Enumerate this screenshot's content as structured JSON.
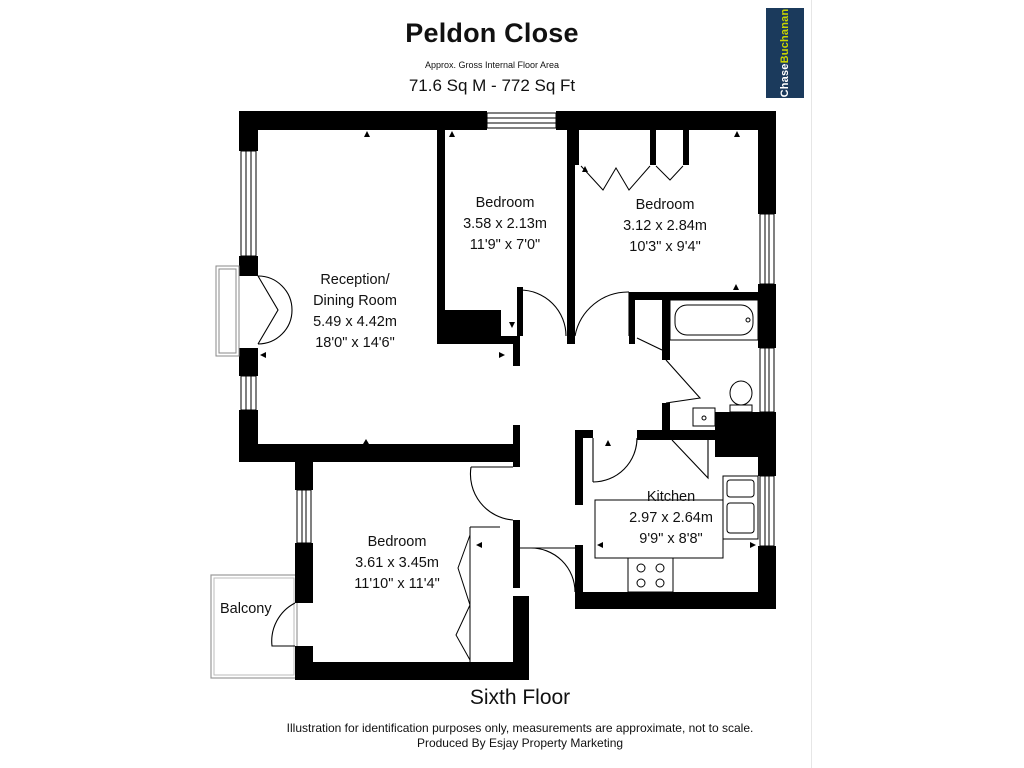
{
  "header": {
    "title": "Peldon Close",
    "subtitle": "Approx. Gross Internal Floor Area",
    "area": "71.6 Sq M - 772 Sq Ft"
  },
  "brand": {
    "logo_text_1": "Chase",
    "logo_text_2": "Buchanan",
    "colors": {
      "navy": "#1b3a5c",
      "accent": "#c9d400"
    }
  },
  "rooms": {
    "reception": {
      "name": "Reception/",
      "name2": "Dining Room",
      "metric": "5.49 x 4.42m",
      "imperial": "18'0\" x 14'6\""
    },
    "bedroom_small": {
      "name": "Bedroom",
      "metric": "3.58 x 2.13m",
      "imperial": "11'9\" x 7'0\""
    },
    "bedroom_right": {
      "name": "Bedroom",
      "metric": "3.12 x 2.84m",
      "imperial": "10'3\" x 9'4\""
    },
    "bedroom_bottom": {
      "name": "Bedroom",
      "metric": "3.61 x 3.45m",
      "imperial": "11'10\" x 11'4\""
    },
    "kitchen": {
      "name": "Kitchen",
      "metric": "2.97 x 2.64m",
      "imperial": "9'9\" x 8'8\""
    },
    "balcony": {
      "name": "Balcony"
    }
  },
  "footer": {
    "floor": "Sixth Floor",
    "disclaimer_1": "Illustration for identification purposes only, measurements are approximate, not to scale.",
    "disclaimer_2": "Produced By Esjay Property Marketing"
  }
}
